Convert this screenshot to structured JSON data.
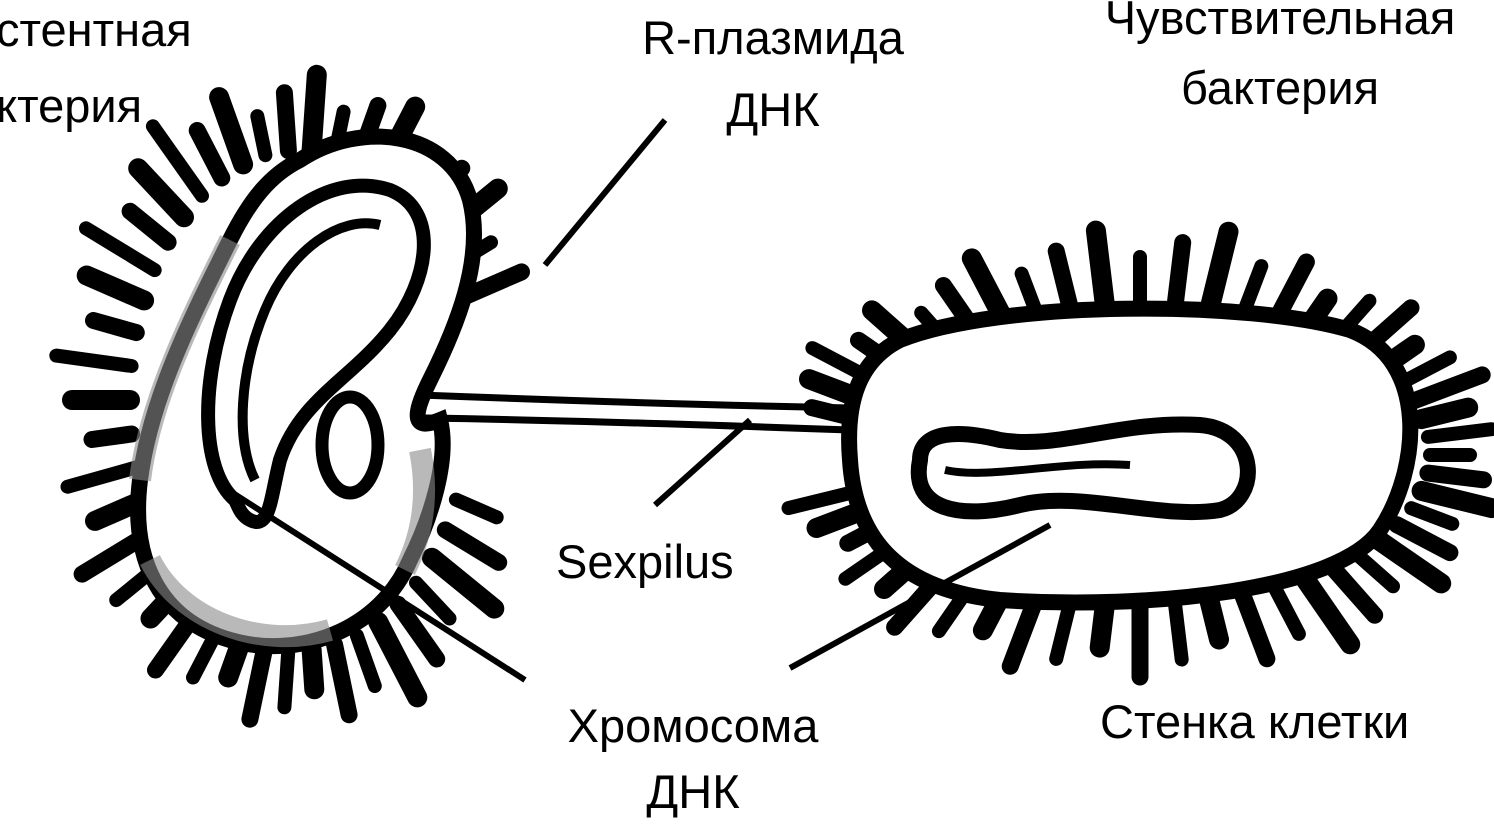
{
  "labels": {
    "resistant_bacterium": [
      "стентная",
      "ктерия"
    ],
    "r_plasmid": [
      "R-плазмида",
      "ДНК"
    ],
    "sensitive_bacterium": [
      "Чувствительная",
      "бактерия"
    ],
    "sexpilus": "Sexpilus",
    "chromosome": [
      "Хромосома",
      "ДНК"
    ],
    "cell_wall": "Стенка клетки"
  },
  "colors": {
    "ink": "#000000",
    "paper": "#ffffff",
    "shade": "#8a8a8a"
  }
}
